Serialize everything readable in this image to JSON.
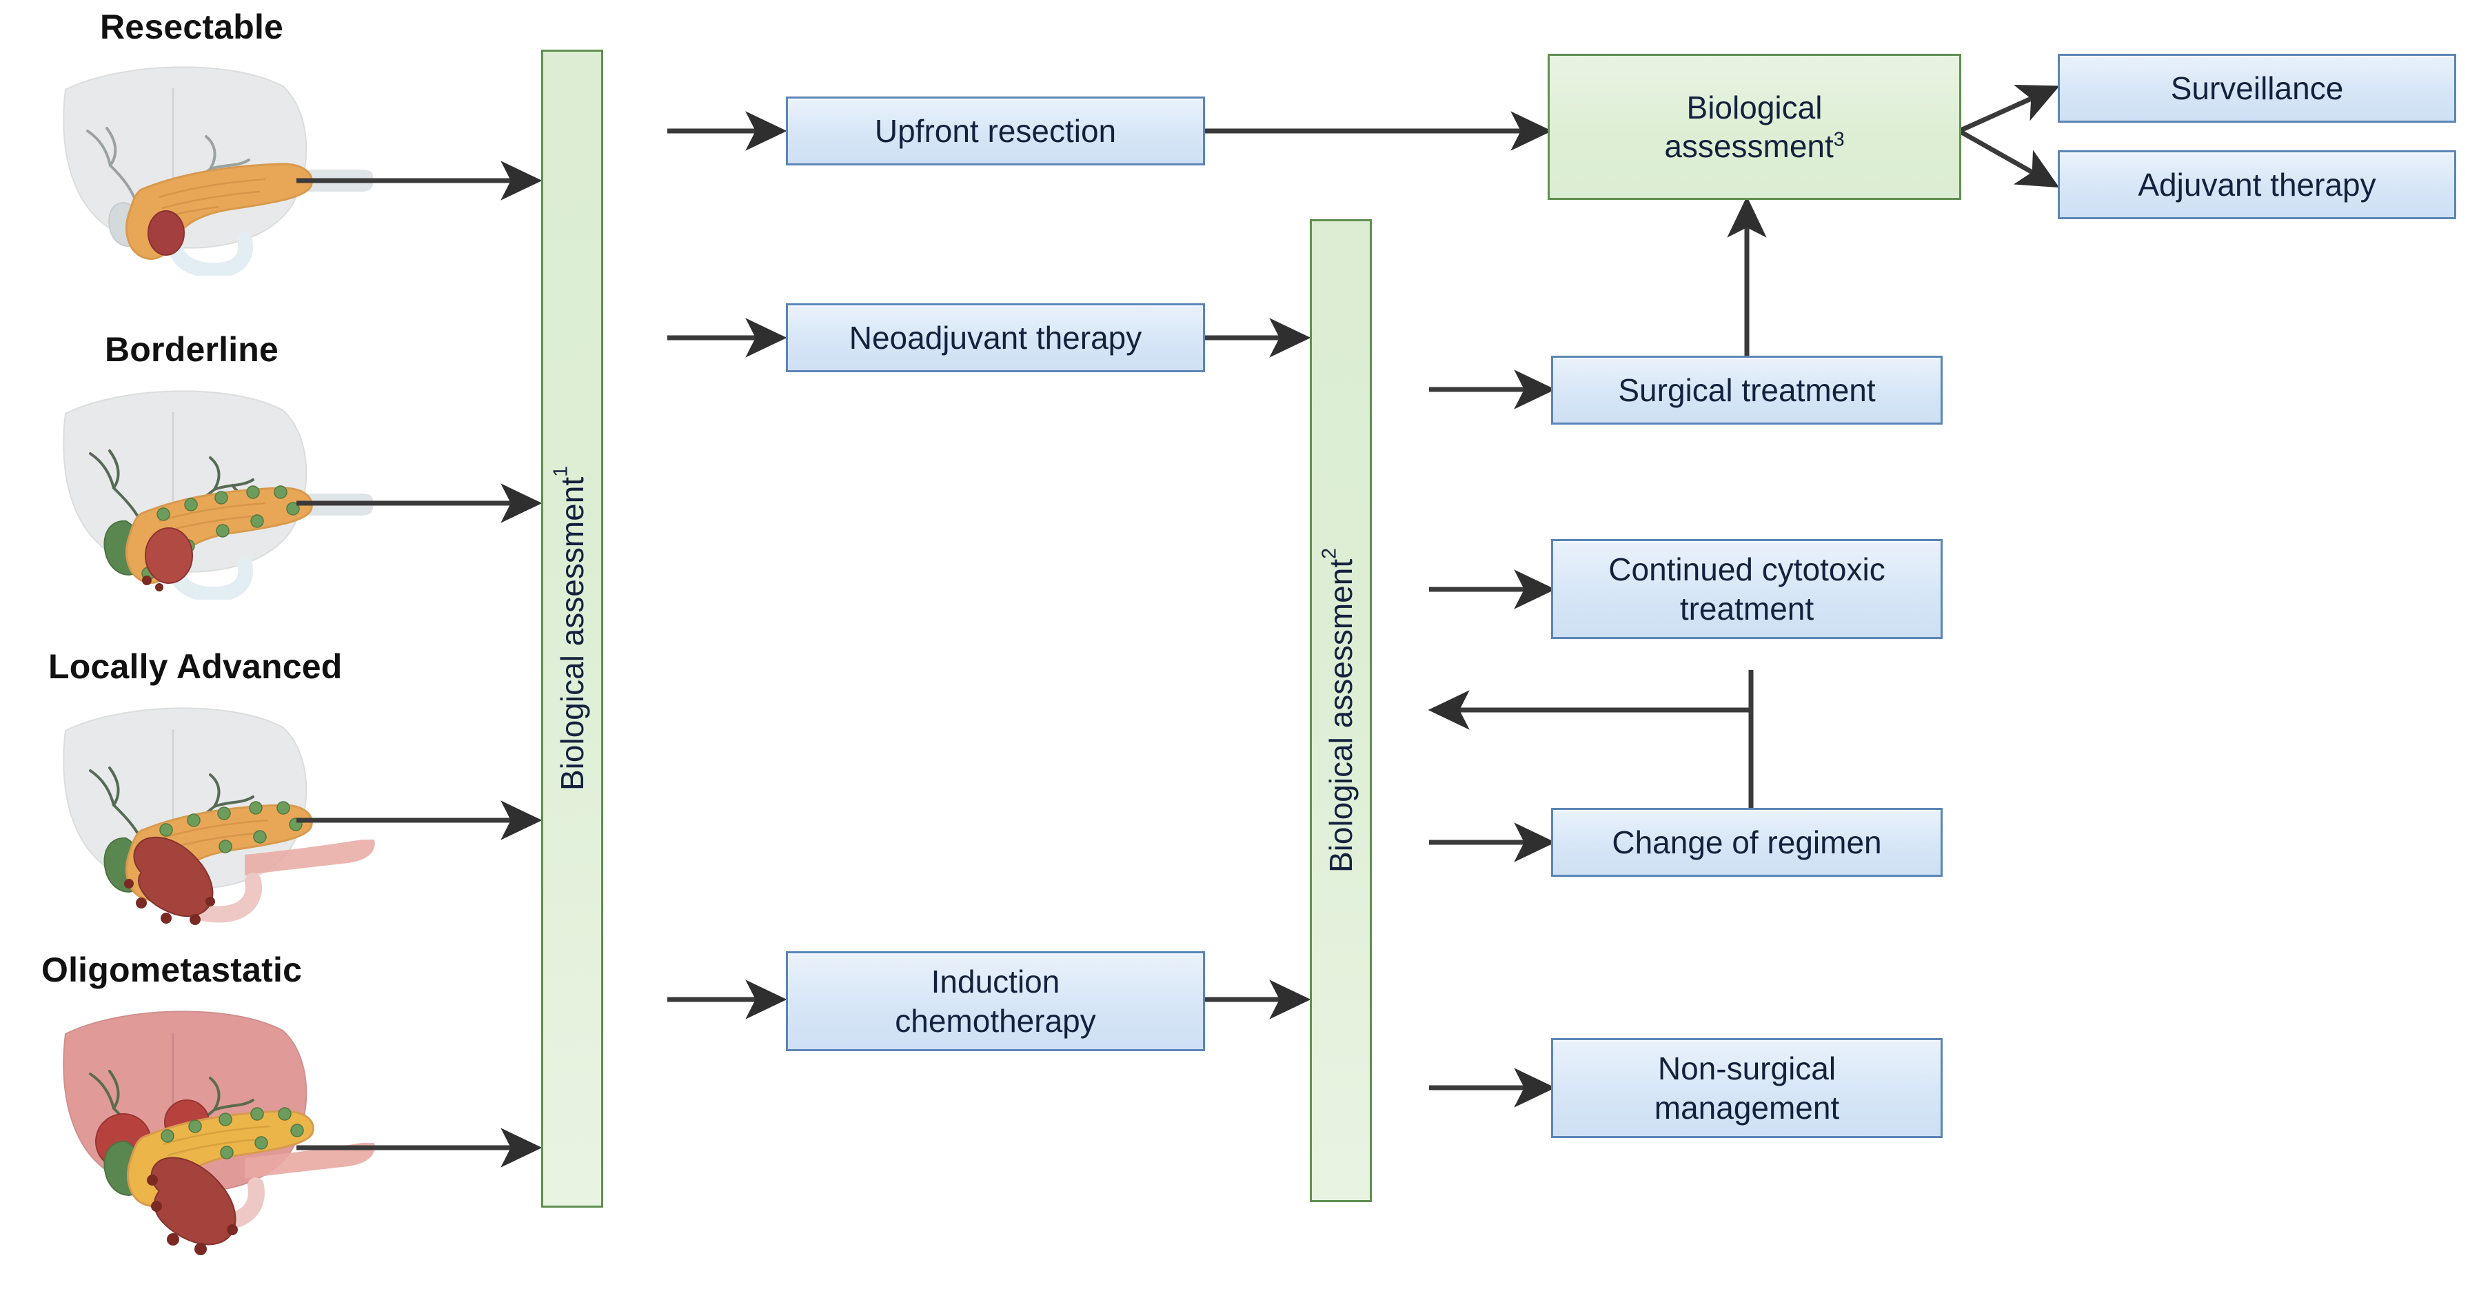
{
  "diagram": {
    "title": "Pancreatic cancer treatment decision flowchart",
    "colors": {
      "node_blue_fill": "#d6e6f7",
      "node_blue_border": "#5b85b5",
      "node_green_fill": "#ddeed4",
      "node_green_border": "#5f8f50",
      "arrow": "#3a3a3a",
      "text": "#14213d",
      "label_text": "#111111"
    },
    "stage_labels": [
      {
        "id": "resectable",
        "text": "Resectable"
      },
      {
        "id": "borderline",
        "text": "Borderline"
      },
      {
        "id": "locally-advanced",
        "text": "Locally Advanced"
      },
      {
        "id": "oligometastatic",
        "text": "Oligometastatic"
      }
    ],
    "nodes": {
      "assessment1": {
        "text": "Biological assessment",
        "superscript": "1",
        "shape": "vertical",
        "color": "green"
      },
      "assessment2": {
        "text": "Biological assessment",
        "superscript": "2",
        "shape": "vertical",
        "color": "green"
      },
      "assessment3": {
        "line1": "Biological",
        "line2": "assessment",
        "superscript": "3",
        "shape": "box",
        "color": "green"
      },
      "upfront": {
        "text": "Upfront resection",
        "color": "blue"
      },
      "neoadjuvant": {
        "text": "Neoadjuvant therapy",
        "color": "blue"
      },
      "induction": {
        "line1": "Induction",
        "line2": "chemotherapy",
        "color": "blue"
      },
      "surgical": {
        "text": "Surgical treatment",
        "color": "blue"
      },
      "cytotoxic": {
        "line1": "Continued cytotoxic",
        "line2": "treatment",
        "color": "blue"
      },
      "regimen": {
        "text": "Change of regimen",
        "color": "blue"
      },
      "nonsurgical": {
        "line1": "Non-surgical",
        "line2": "management",
        "color": "blue"
      },
      "surveillance": {
        "text": "Surveillance",
        "color": "blue"
      },
      "adjuvant": {
        "text": "Adjuvant therapy",
        "color": "blue"
      }
    },
    "edges": [
      {
        "from": "resectable",
        "to": "assessment1",
        "type": "arrow"
      },
      {
        "from": "borderline",
        "to": "assessment1",
        "type": "arrow"
      },
      {
        "from": "locally-advanced",
        "to": "assessment1",
        "type": "arrow"
      },
      {
        "from": "oligometastatic",
        "to": "assessment1",
        "type": "arrow"
      },
      {
        "from": "assessment1",
        "to": "upfront",
        "type": "arrow"
      },
      {
        "from": "assessment1",
        "to": "neoadjuvant",
        "type": "arrow"
      },
      {
        "from": "assessment1",
        "to": "induction",
        "type": "arrow"
      },
      {
        "from": "upfront",
        "to": "assessment3",
        "type": "arrow"
      },
      {
        "from": "neoadjuvant",
        "to": "assessment2",
        "type": "arrow"
      },
      {
        "from": "induction",
        "to": "assessment2",
        "type": "arrow"
      },
      {
        "from": "assessment2",
        "to": "surgical",
        "type": "arrow"
      },
      {
        "from": "assessment2",
        "to": "cytotoxic",
        "type": "arrow"
      },
      {
        "from": "assessment2",
        "to": "regimen",
        "type": "arrow"
      },
      {
        "from": "assessment2",
        "to": "nonsurgical",
        "type": "arrow"
      },
      {
        "from": "surgical",
        "to": "assessment3",
        "type": "arrow-up"
      },
      {
        "from": "cytotoxic",
        "to": "assessment2",
        "type": "feedback-loop"
      },
      {
        "from": "regimen",
        "to": "assessment2",
        "type": "feedback-loop"
      },
      {
        "from": "assessment3",
        "to": "surveillance",
        "type": "arrow-diagonal"
      },
      {
        "from": "assessment3",
        "to": "adjuvant",
        "type": "arrow-diagonal"
      }
    ],
    "anatomy": [
      {
        "id": "anat-resectable",
        "caption": "Resectable",
        "liver_tone": "grey",
        "gallbladder": "grey",
        "nodes_positive": false,
        "liver_mets": false
      },
      {
        "id": "anat-borderline",
        "caption": "Borderline",
        "liver_tone": "grey",
        "gallbladder": "green",
        "nodes_positive": true,
        "liver_mets": false
      },
      {
        "id": "anat-locally-advanced",
        "caption": "Locally Advanced",
        "liver_tone": "grey",
        "gallbladder": "green",
        "nodes_positive": true,
        "liver_mets": false
      },
      {
        "id": "anat-oligometastatic",
        "caption": "Oligometastatic",
        "liver_tone": "pink",
        "gallbladder": "green",
        "nodes_positive": true,
        "liver_mets": true
      }
    ]
  }
}
